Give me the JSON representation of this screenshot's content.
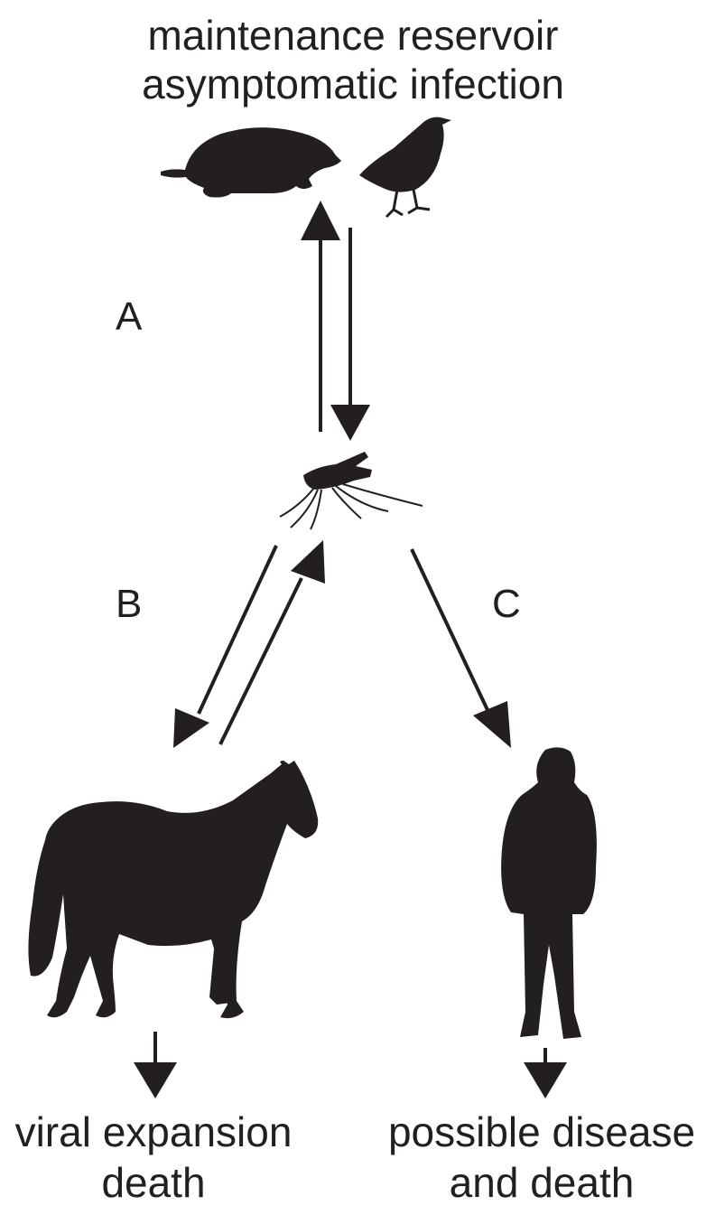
{
  "top_label": {
    "line1": "maintenance reservoir",
    "line2": "asymptomatic infection"
  },
  "pathway_labels": {
    "a": "A",
    "b": "B",
    "c": "C"
  },
  "outcomes": {
    "horse": {
      "line1": "viral expansion",
      "line2": "death"
    },
    "human": {
      "line1": "possible disease",
      "line2": "and death"
    }
  },
  "icons": [
    "rodent-icon",
    "bird-icon",
    "mosquito-icon",
    "horse-icon",
    "human-icon"
  ],
  "colors": {
    "ink": "#231f20",
    "background": "#ffffff"
  }
}
